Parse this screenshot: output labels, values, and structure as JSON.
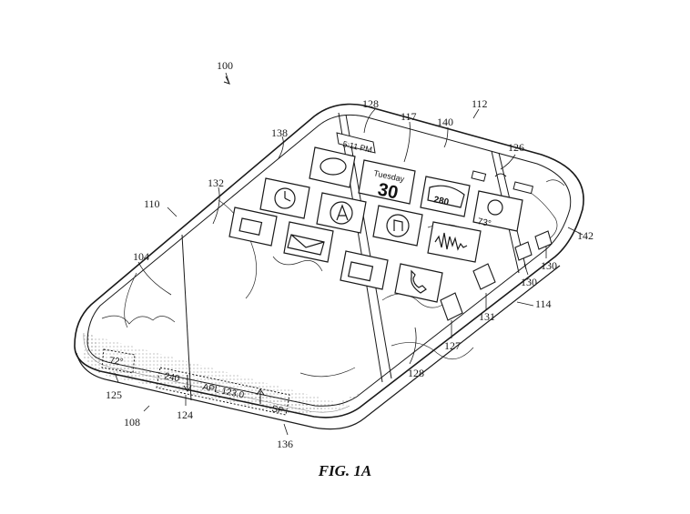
{
  "figure": {
    "caption": "FIG. 1A",
    "reference_numerals": {
      "device": "100",
      "side_left": "110",
      "front_edge": "108",
      "right_side": "114",
      "top_edge": "112",
      "cover_left": "104",
      "cover_top": "117",
      "band_top": "128",
      "band_bottom": "128",
      "corner": "138",
      "top_edge_line": "140",
      "status_area": "126",
      "display": "132",
      "side_edge": "142",
      "button_a": "130",
      "button_b": "130",
      "side_icon": "131",
      "lower_icon": "127",
      "temp_field": "125",
      "volume_field": "124",
      "ticker_field": "136"
    },
    "screen": {
      "time": "5:11 PM",
      "day": "Tuesday",
      "date": "30",
      "highway": "280",
      "weather_temp": "73°"
    },
    "edge_display": {
      "temperature": "72°",
      "volume": "240",
      "stock": "APL 123.0",
      "index": "SP"
    }
  }
}
